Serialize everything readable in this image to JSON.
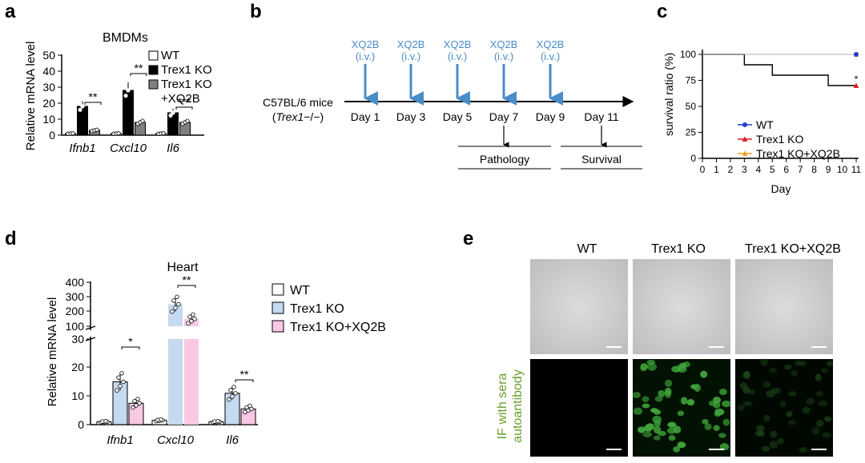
{
  "panels": {
    "a": {
      "letter": "a",
      "title": "BMDMs",
      "ylabel": "Relative mRNA level",
      "legend": [
        "WT",
        "Trex1 KO",
        "Trex1 KO",
        "+XQ2B"
      ],
      "categories": [
        "Ifnb1",
        "Cxcl10",
        "Il6"
      ],
      "ticks": [
        "0",
        "10",
        "20",
        "30",
        "40",
        "50"
      ],
      "sig": [
        "**",
        "**",
        "***"
      ]
    },
    "b": {
      "letter": "b",
      "injection_label": "XQ2B",
      "route_label": "(i.v.)",
      "strain": "C57BL/6 mice",
      "genotype_open": "(",
      "genotype": "Trex1",
      "genotype_close": "−/−)",
      "days": [
        "Day 1",
        "Day 3",
        "Day 5",
        "Day 7",
        "Day 9",
        "Day 11"
      ],
      "pathology": "Pathology",
      "survival": "Survival"
    },
    "c": {
      "letter": "c",
      "ylabel": "survival ratio (%)",
      "xlabel": "Day",
      "legend": [
        "WT",
        "Trex1 KO",
        "Trex1 KO+XQ2B"
      ],
      "yticks": [
        "0",
        "25",
        "50",
        "75",
        "100"
      ],
      "xticks": [
        "0",
        "1",
        "2",
        "3",
        "4",
        "5",
        "6",
        "7",
        "8",
        "9",
        "10",
        "11"
      ],
      "sig": "*"
    },
    "d": {
      "letter": "d",
      "title": "Heart",
      "ylabel": "Relative mRNA level",
      "legend": [
        "WT",
        "Trex1 KO",
        "Trex1 KO+XQ2B"
      ],
      "categories": [
        "Ifnb1",
        "Cxcl10",
        "Il6"
      ],
      "ticks_low": [
        "0",
        "10",
        "20",
        "30"
      ],
      "ticks_high": [
        "100",
        "200",
        "300",
        "400"
      ],
      "sig": [
        "*",
        "**",
        "**"
      ]
    },
    "e": {
      "letter": "e",
      "columns": [
        "WT",
        "Trex1 KO",
        "Trex1 KO+XQ2B"
      ],
      "row_label_1": "IF with sera",
      "row_label_2": "autoantibody"
    }
  },
  "chart_data": [
    {
      "type": "bar",
      "panel": "a",
      "title": "BMDMs",
      "ylabel": "Relative mRNA level",
      "ylim": [
        0,
        50
      ],
      "categories": [
        "Ifnb1",
        "Cxcl10",
        "Il6"
      ],
      "series": [
        {
          "name": "WT",
          "values": [
            1,
            1,
            1
          ],
          "color": "#ffffff"
        },
        {
          "name": "Trex1 KO",
          "values": [
            18,
            28,
            14
          ],
          "color": "#000000"
        },
        {
          "name": "Trex1 KO+XQ2B",
          "values": [
            3,
            8,
            8
          ],
          "color": "#808080"
        }
      ]
    },
    {
      "type": "line",
      "panel": "c",
      "ylabel": "survival ratio (%)",
      "xlabel": "Day",
      "xlim": [
        0,
        11
      ],
      "ylim": [
        0,
        100
      ],
      "series": [
        {
          "name": "WT",
          "color": "#1f3fcf",
          "x": [
            0,
            11
          ],
          "y": [
            100,
            100
          ]
        },
        {
          "name": "Trex1 KO",
          "color": "#e02020",
          "x": [
            0,
            3,
            3,
            5,
            5,
            9,
            9,
            11
          ],
          "y": [
            100,
            100,
            90,
            90,
            80,
            80,
            70,
            70
          ]
        },
        {
          "name": "Trex1 KO+XQ2B",
          "color": "#f0a020",
          "x": [
            0,
            11
          ],
          "y": [
            100,
            100
          ]
        }
      ]
    },
    {
      "type": "bar",
      "panel": "d",
      "title": "Heart",
      "ylabel": "Relative mRNA level",
      "axis_break": [
        30,
        100
      ],
      "ylim": [
        0,
        400
      ],
      "categories": [
        "Ifnb1",
        "Cxcl10",
        "Il6"
      ],
      "series": [
        {
          "name": "WT",
          "values": [
            1,
            1.5,
            1
          ],
          "color": "#ffffff"
        },
        {
          "name": "Trex1 KO",
          "values": [
            15,
            250,
            11
          ],
          "color": "#c5d9f0"
        },
        {
          "name": "Trex1 KO+XQ2B",
          "values": [
            7.5,
            150,
            5.5
          ],
          "color": "#f8c8e4"
        }
      ]
    }
  ]
}
